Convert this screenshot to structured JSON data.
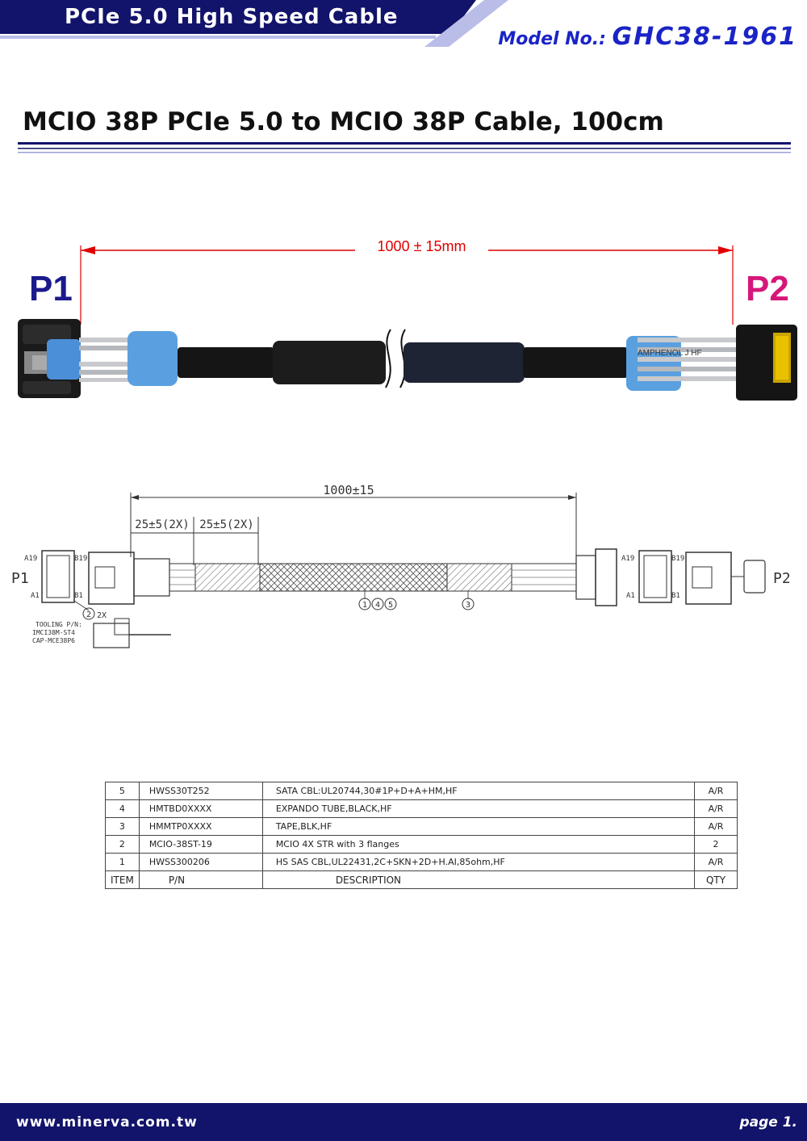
{
  "header": {
    "banner_title": "PCIe 5.0 High Speed Cable",
    "model_label": "Model No.: ",
    "model_number": "GHC38-1961"
  },
  "page_title": "MCIO 38P PCIe 5.0 to MCIO 38P Cable, 100cm",
  "photo": {
    "length_dim": "1000 ± 15mm",
    "p1_label": "P1",
    "p2_label": "P2",
    "p1_color": "#1a1a8c",
    "p2_color": "#d6177a",
    "label_text": "AMPHENOL J HF"
  },
  "drawing": {
    "overall_dim": "1000±15",
    "dim_a": "25±5(2X)",
    "dim_b": "25±5(2X)",
    "p1": "P1",
    "p2": "P2",
    "pin_a19": "A19",
    "pin_b19": "B19",
    "pin_a1": "A1",
    "pin_b1": "B1",
    "callout_2": "2",
    "callout_2x": "2X",
    "callout_1": "1",
    "callout_4": "4",
    "callout_5": "5",
    "callout_3": "3",
    "tooling_1": "TOOLING  P/N:",
    "tooling_2": "IMCI38M-ST4",
    "tooling_3": "CAP-MCE38P6"
  },
  "bom": {
    "rows": [
      {
        "item": "5",
        "pn": "HWSS30T252",
        "desc": "SATA CBL:UL20744,30#1P+D+A+HM,HF",
        "qty": "A/R"
      },
      {
        "item": "4",
        "pn": "HMTBD0XXXX",
        "desc": "EXPANDO TUBE,BLACK,HF",
        "qty": "A/R"
      },
      {
        "item": "3",
        "pn": "HMMTP0XXXX",
        "desc": "TAPE,BLK,HF",
        "qty": "A/R"
      },
      {
        "item": "2",
        "pn": "MCIO-38ST-19",
        "desc": "MCIO 4X STR with 3 flanges",
        "qty": "2"
      },
      {
        "item": "1",
        "pn": "HWSS300206",
        "desc": "HS SAS CBL,UL22431,2C+SKN+2D+H.AI,85ohm,HF",
        "qty": "A/R"
      }
    ],
    "header": {
      "item": "ITEM",
      "pn": "P/N",
      "desc": "DESCRIPTION",
      "qty": "QTY"
    }
  },
  "footer": {
    "url": "www.minerva.com.tw",
    "page": "page 1."
  },
  "colors": {
    "navy": "#12136a",
    "model_blue": "#1a24c6",
    "dimension_red": "#e00000"
  }
}
